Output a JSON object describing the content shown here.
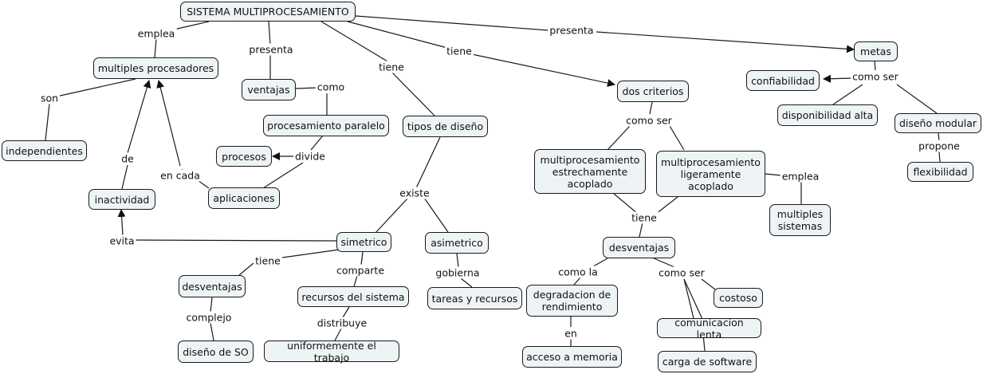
{
  "nodes": {
    "sistema": "SISTEMA MULTIPROCESAMIENTO",
    "multiples_procesadores": "multiples procesadores",
    "ventajas": "ventajas",
    "procesamiento_paralelo": "procesamiento paralelo",
    "tipos_diseno": "tipos de diseño",
    "dos_criterios": "dos criterios",
    "metas": "metas",
    "confiabilidad": "confiabilidad",
    "disponibilidad_alta": "disponibilidad alta",
    "diseno_modular": "diseño modular",
    "flexibilidad": "flexibilidad",
    "independientes": "independientes",
    "inactividad": "inactividad",
    "procesos": "procesos",
    "aplicaciones": "aplicaciones",
    "simetrico": "simetrico",
    "asimetrico": "asimetrico",
    "desventajas_sim": "desventajas",
    "recursos_sistema": "recursos del sistema",
    "tareas_recursos": "tareas y recursos",
    "diseno_so": "diseño de SO",
    "uniformemente": "uniformemente el trabajo",
    "estrechamente": "multiprocesamiento estrechamente acoplado",
    "ligeramente": "multiprocesamiento ligeramente acoplado",
    "multiples_sistemas": "multiples sistemas",
    "desventajas_multi": "desventajas",
    "degradacion": "degradacion de rendimiento",
    "acceso_memoria": "acceso a memoria",
    "costoso": "costoso",
    "comunicacion_lenta": "comunicacion lenta",
    "carga_software": "carga de software"
  },
  "links": {
    "emplea_1": "emplea",
    "presenta_1": "presenta",
    "tiene_1": "tiene",
    "tiene_2": "tiene",
    "presenta_2": "presenta",
    "son": "son",
    "de": "de",
    "en_cada": "en cada",
    "como_1": "como",
    "divide": "divide",
    "evita": "evita",
    "existe": "existe",
    "tiene_3": "tiene",
    "comparte": "comparte",
    "complejo": "complejo",
    "distribuye": "distribuye",
    "gobierna": "gobierna",
    "como_ser_1": "como ser",
    "emplea_2": "emplea",
    "tiene_4": "tiene",
    "como_la": "como la",
    "en": "en",
    "como_ser_2": "como ser",
    "como_ser_3": "como ser",
    "propone": "propone"
  }
}
